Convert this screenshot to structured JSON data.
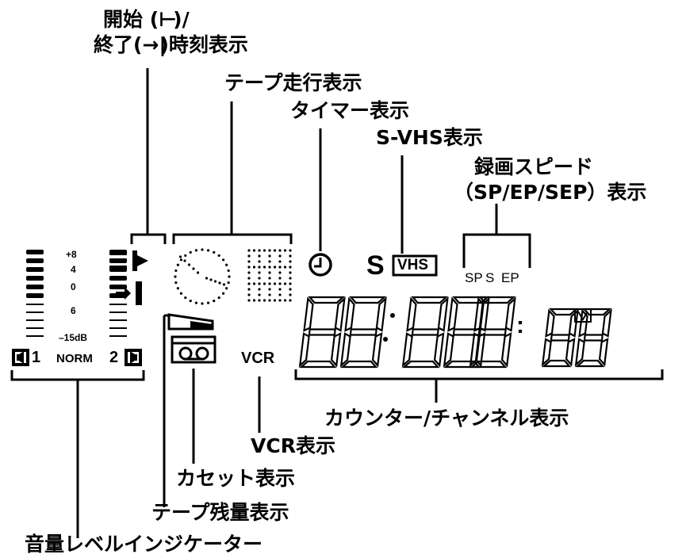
{
  "labels": {
    "start_end_line1": "開始 (",
    "start_end_line1_tail": ")/",
    "start_end_line2_head": "終了(",
    "start_end_line2_tail": ")時刻表示",
    "tape_running": "テープ走行表示",
    "timer": "タイマー表示",
    "svhs": "S-VHS表示",
    "rec_speed_line1": "録画スピード",
    "rec_speed_line2": "（SP/EP/SEP）表示",
    "counter_channel": "カウンター/チャンネル表示",
    "vcr": "VCR表示",
    "cassette": "カセット表示",
    "tape_remaining": "テープ残量表示",
    "level_indicator": "音量レベルインジケーター"
  },
  "display": {
    "level_scale": [
      "+8",
      "4",
      "0",
      "6",
      "–15dB"
    ],
    "channel_1": "1",
    "channel_2": "2",
    "norm": "NORM",
    "vcr_text": "VCR",
    "speed_sp": "SP",
    "speed_s": "S",
    "speed_ep": "EP",
    "vhs_badge": "VHS",
    "s_mark": "S",
    "colon": ":",
    "segment_digits": [
      "8",
      "8",
      "8",
      "8",
      "8",
      "8",
      "8"
    ]
  },
  "colors": {
    "ink": "#000000",
    "background": "#ffffff"
  }
}
